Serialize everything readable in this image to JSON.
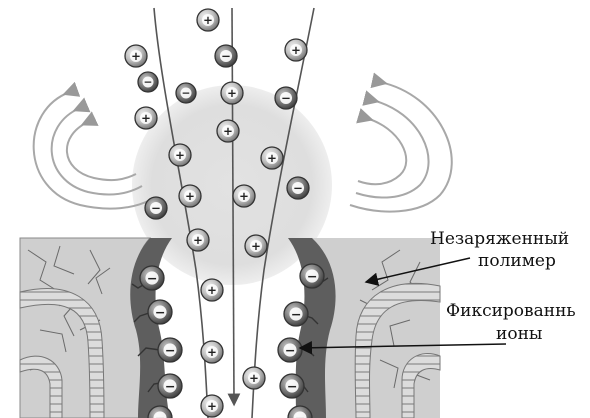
{
  "labels": {
    "uncharged_polymer_line1": "Незаряженный",
    "uncharged_polymer_line2": "полимер",
    "fixed_ions_line1": "Фиксированнь",
    "fixed_ions_line2": "ионы"
  },
  "ion_symbols": {
    "positive": "+",
    "negative": "−"
  },
  "colors": {
    "positive_ion": "#bdbdbd",
    "negative_ion": "#7a7a7a",
    "glow": "#e2e2e2",
    "tissue": "#c8c8c8",
    "channel_wall": "#5e5e5e",
    "flow_line": "#555555",
    "text": "#111111"
  }
}
